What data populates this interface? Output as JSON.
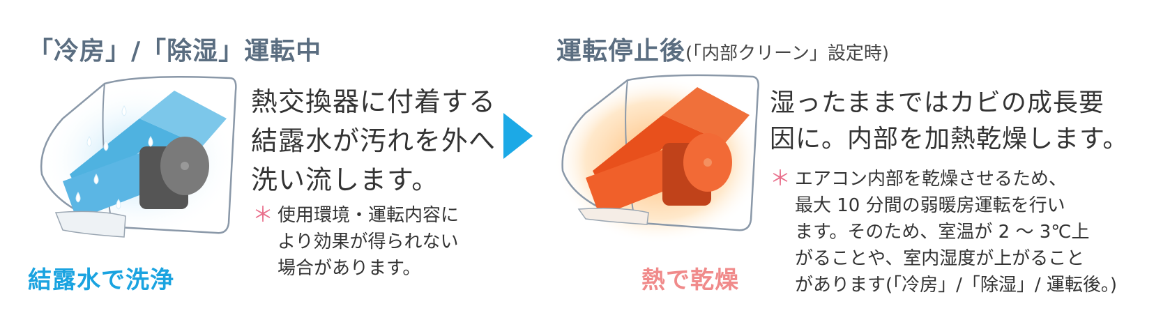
{
  "left_panel": {
    "heading": "「冷房」/「除湿」運転中",
    "description": [
      "熱交換器に付着する",
      "結露水が汚れを外へ",
      "洗い流します。"
    ],
    "note_mark": "＊",
    "note_lines": [
      "使用環境・運転内容に",
      "より効果が得られない",
      "場合があります。"
    ],
    "caption": "結露水で洗浄",
    "caption_color": "#1aa3e0",
    "unit_color": "#5bb6e4",
    "water_drop_count": 7
  },
  "arrow": {
    "icon": "arrow-right-icon",
    "color": "#1ca9e6"
  },
  "right_panel": {
    "heading": "運転停止後",
    "heading_sub": "(「内部クリーン」設定時)",
    "description": [
      "湿ったままではカビの成長要",
      "因に。内部を加熱乾燥します。"
    ],
    "note_mark": "＊",
    "note_lines": [
      "エアコン内部を乾燥させるため、",
      "最大 10 分間の弱暖房運転を行い",
      "ます。そのため、室温が 2 〜 3℃上",
      "がることや、室内湿度が上がること",
      "があります(「冷房」/「除湿」/ 運転後。)"
    ],
    "caption": "熱で乾燥",
    "caption_color": "#f08a8a",
    "unit_color": "#f0602a",
    "glow_color": "#ffb060"
  }
}
